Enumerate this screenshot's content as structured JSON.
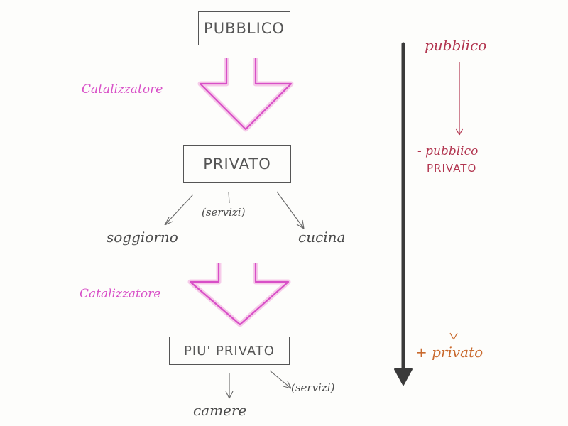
{
  "diagram": {
    "box_top": "PUBBLICO",
    "box_middle": "PRIVATO",
    "box_bottom": "PIU' PRIVATO",
    "catalyst_1": "Catalizzatore",
    "catalyst_2": "Catalizzatore",
    "services_mid": "(servizi)",
    "living_room": "soggiorno",
    "kitchen": "cucina",
    "rooms": "camere",
    "services_bottom": "(servizi)"
  },
  "scale": {
    "top_label": "pubblico",
    "mid_line1": "- pubblico",
    "mid_line2": "PRIVATO",
    "bottom_label": "+ privato"
  },
  "colors": {
    "ink": "#555555",
    "magenta": "#d84fc7",
    "arrow_fill": "#f6cbe9",
    "main_axis": "#3a3a3a",
    "crimson": "#b2354f",
    "orange": "#c96a2e"
  }
}
